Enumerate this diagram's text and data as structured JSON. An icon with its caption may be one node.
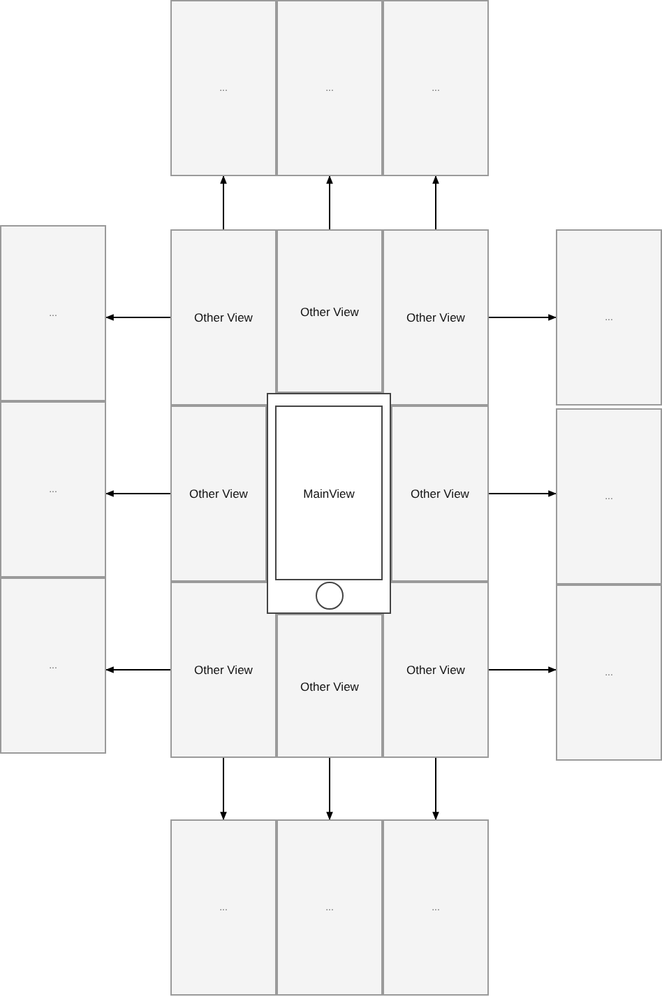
{
  "diagram": {
    "nodes": [
      {
        "text": [
          "..."
        ]
      },
      {
        "text": [
          "..."
        ]
      },
      {
        "text": [
          "..."
        ]
      },
      {
        "text": [
          "..."
        ]
      },
      {
        "text": [
          "Other View"
        ]
      },
      {
        "text": [
          "Other View"
        ]
      },
      {
        "text": [
          "Other View"
        ]
      },
      {
        "text": [
          "..."
        ]
      },
      {
        "text": [
          "..."
        ]
      },
      {
        "text": [
          "Other View"
        ]
      },
      {
        "text": [
          "MainView"
        ]
      },
      {
        "text": [
          "Other View"
        ]
      },
      {
        "text": [
          "..."
        ]
      },
      {
        "text": [
          "..."
        ]
      },
      {
        "text": [
          "Other View"
        ]
      },
      {
        "text": [
          "Other View"
        ]
      },
      {
        "text": [
          "Other View"
        ]
      },
      {
        "text": [
          "..."
        ]
      },
      {
        "text": [
          "..."
        ]
      },
      {
        "text": [
          "..."
        ]
      },
      {
        "text": [
          "..."
        ]
      }
    ],
    "edges": [
      {
        "from": 4,
        "to": 0,
        "arrow": "to"
      },
      {
        "from": 5,
        "to": 1,
        "arrow": "to"
      },
      {
        "from": 6,
        "to": 2,
        "arrow": "to"
      },
      {
        "from": 4,
        "to": 3,
        "arrow": "to"
      },
      {
        "from": 6,
        "to": 7,
        "arrow": "to"
      },
      {
        "from": 9,
        "to": 8,
        "arrow": "to"
      },
      {
        "from": 11,
        "to": 12,
        "arrow": "to"
      },
      {
        "from": 14,
        "to": 13,
        "arrow": "to"
      },
      {
        "from": 16,
        "to": 17,
        "arrow": "to"
      },
      {
        "from": 14,
        "to": 18,
        "arrow": "to"
      },
      {
        "from": 15,
        "to": 19,
        "arrow": "to"
      },
      {
        "from": 16,
        "to": 20,
        "arrow": "to"
      }
    ]
  }
}
